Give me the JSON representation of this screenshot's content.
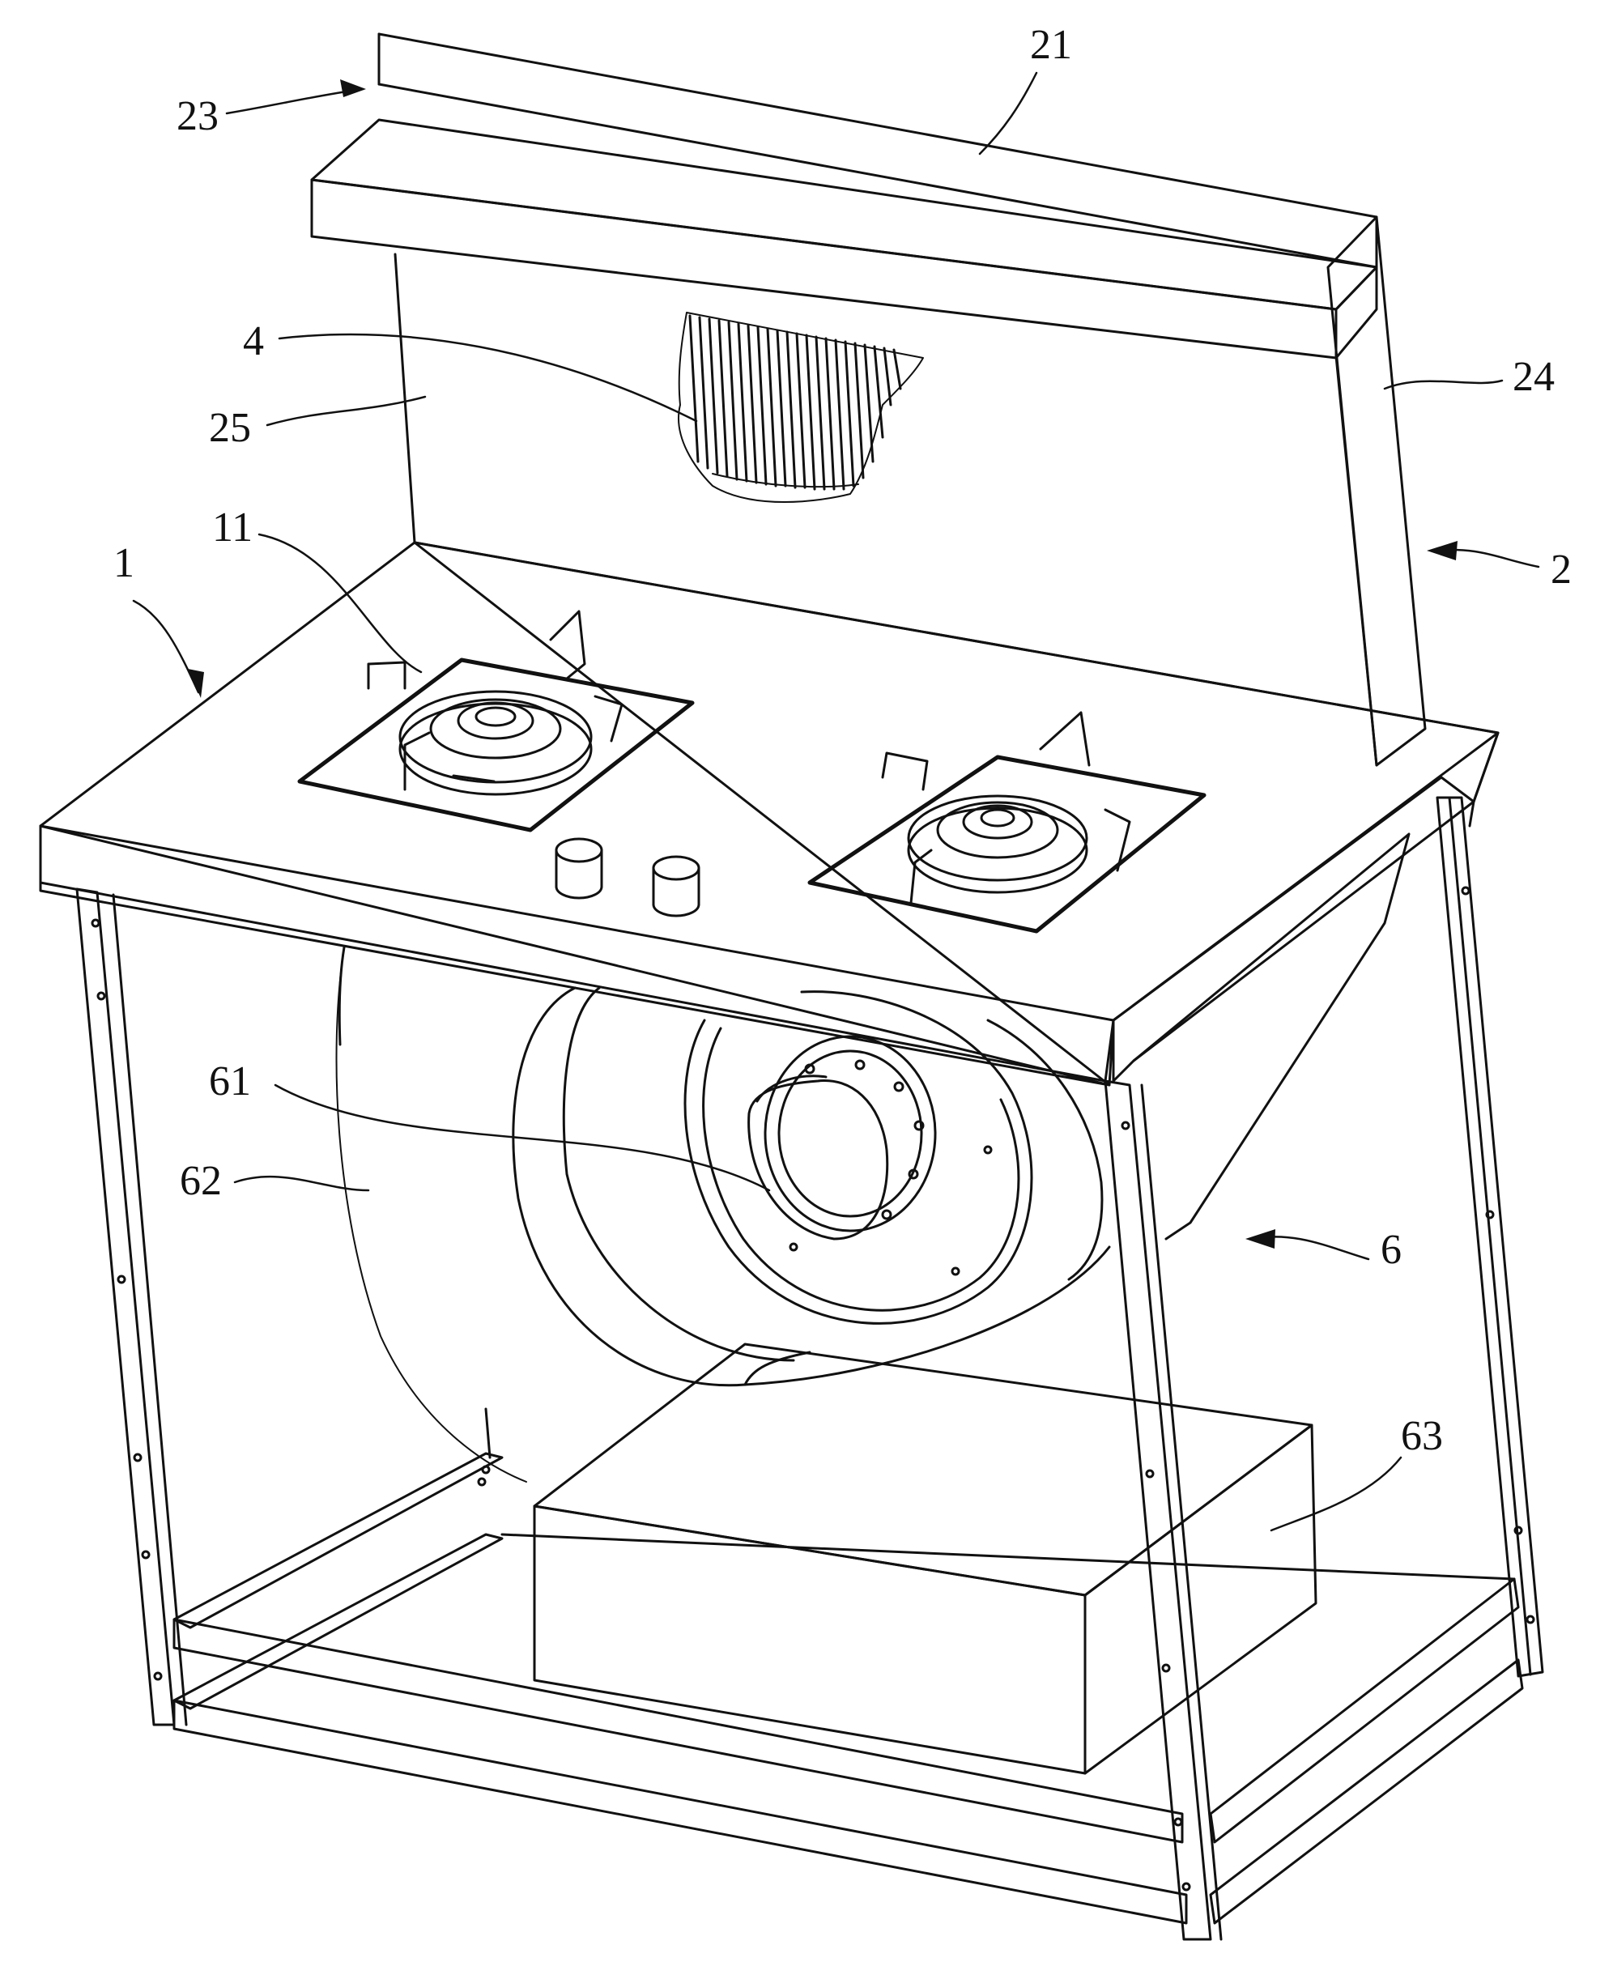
{
  "labels": {
    "l21": "21",
    "l23": "23",
    "l4": "4",
    "l24": "24",
    "l25": "25",
    "l11": "11",
    "l1": "1",
    "l2": "2",
    "l61": "61",
    "l62": "62",
    "l6": "6",
    "l63": "63"
  }
}
